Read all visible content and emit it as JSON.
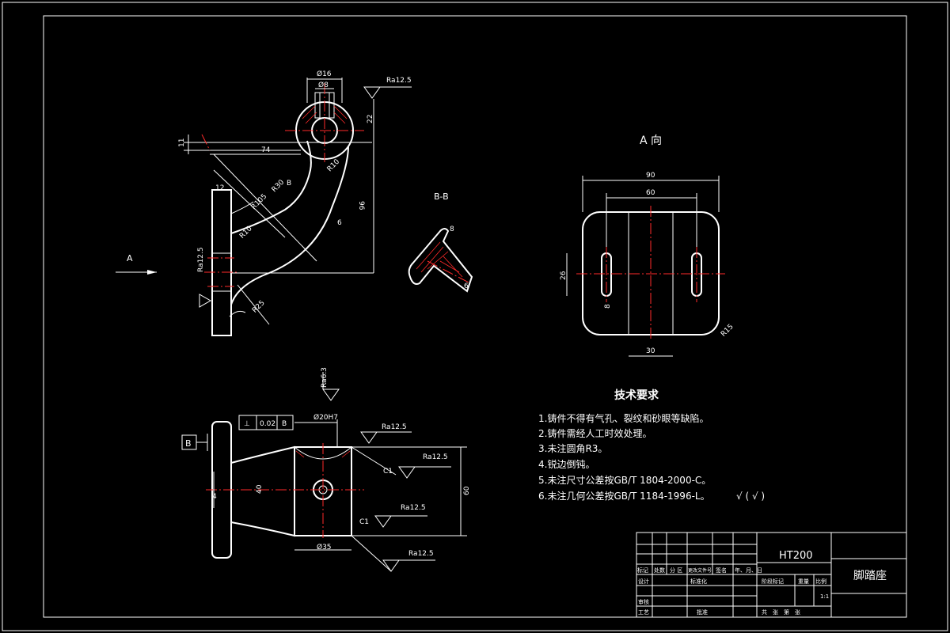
{
  "views": {
    "a_view_title": "A 向",
    "bb_label": "B-B",
    "arrow_a": "A",
    "datum_b": "B"
  },
  "dims": {
    "d16": "Ø16",
    "d8": "Ø8",
    "ra_top": "Ra12.5",
    "d22": "22",
    "d11": "11",
    "d74": "74",
    "r10a": "R10",
    "r30": "R30",
    "r105": "R105",
    "b_mark": "B",
    "d12": "12",
    "d96": "96",
    "d6": "6",
    "r10b": "R10",
    "ra_left": "Ra12.5",
    "r25": "R25",
    "bb_8": "8",
    "bb_6": "6",
    "av_90": "90",
    "av_60": "60",
    "av_26": "26",
    "av_8": "8",
    "av_30": "30",
    "av_r15": "R15",
    "ra_bottom_top": "Ra6.3",
    "tol_symbol": "⊥",
    "tol_value": "0.02",
    "tol_datum": "B",
    "fit": "Ø20H7",
    "ra_b1": "Ra12.5",
    "ra_b2": "Ra12.5",
    "c1a": "C1",
    "ra_b3": "Ra12.5",
    "c1b": "C1",
    "ra_b4": "Ra12.5",
    "d4": "4",
    "d40": "40",
    "d60": "60",
    "d35": "Ø35"
  },
  "notes": {
    "title": "技术要求",
    "items": [
      "1.铸件不得有气孔、裂纹和砂眼等缺陷。",
      "2.铸件需经人工时效处理。",
      "3.未注圆角R3。",
      "4.锐边倒钝。",
      "5.未注尺寸公差按GB/T 1804-2000-C。",
      "6.未注几何公差按GB/T 1184-1996-L。"
    ],
    "roughness_note": "√ ( √ )"
  },
  "title_block": {
    "material": "HT200",
    "part_name": "脚踏座",
    "header_cells": [
      "标记",
      "处数",
      "分 区",
      "更改文件号",
      "签名",
      "年、月、日"
    ],
    "design": "设计",
    "standardize": "标准化",
    "review": "审核",
    "process": "工艺",
    "approve": "批准",
    "stage_mark": "阶段标记",
    "weight": "重量",
    "scale": "比例",
    "scale_value": "1:1",
    "sheets": "共　张　第　张"
  }
}
